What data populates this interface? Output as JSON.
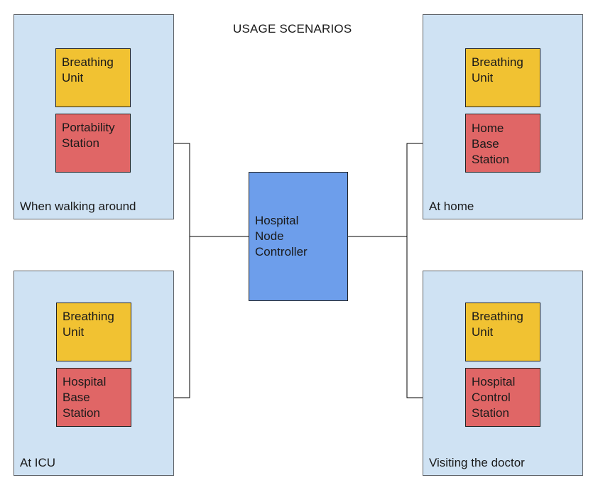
{
  "title": "USAGE SCENARIOS",
  "colors": {
    "panel": "#cfe2f3",
    "breathing_unit": "#f1c232",
    "station": "#e06666",
    "controller": "#6d9eeb",
    "line": "#000000"
  },
  "controller": {
    "label": "Hospital\nNode\nController"
  },
  "scenarios": {
    "walking": {
      "label": "When walking around",
      "unit": "Breathing\nUnit",
      "station": "Portability\nStation"
    },
    "icu": {
      "label": "At ICU",
      "unit": "Breathing\nUnit",
      "station": "Hospital\nBase\nStation"
    },
    "home": {
      "label": "At home",
      "unit": "Breathing\nUnit",
      "station": "Home\nBase\nStation"
    },
    "doctor": {
      "label": "Visiting the doctor",
      "unit": "Breathing\nUnit",
      "station": "Hospital\nControl\nStation"
    }
  }
}
